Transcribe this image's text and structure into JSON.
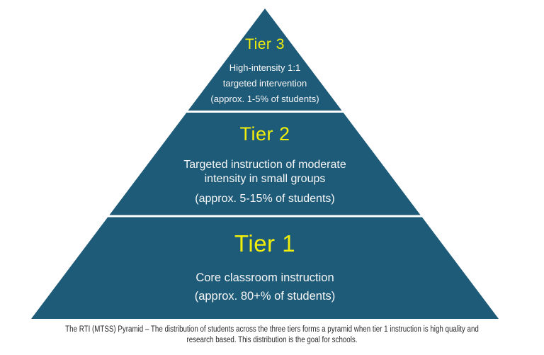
{
  "colors": {
    "pyramid_fill": "#1e5b78",
    "tier_label": "#f1ee0b",
    "body_text": "#f6f6f6",
    "caption_text": "#2a2a2a",
    "background": "#ffffff"
  },
  "pyramid": {
    "tiers": [
      {
        "id": "tier-3",
        "label": "Tier 3",
        "lines": [
          "High-intensity 1:1",
          "targeted intervention",
          "(approx. 1-5% of students)"
        ]
      },
      {
        "id": "tier-2",
        "label": "Tier 2",
        "lines": [
          "Targeted instruction of moderate",
          "intensity in small groups"
        ],
        "approx": "(approx. 5-15% of students)"
      },
      {
        "id": "tier-1",
        "label": "Tier 1",
        "lines": [
          "Core classroom instruction"
        ],
        "approx": "(approx. 80+% of students)"
      }
    ]
  },
  "caption": {
    "line1": "The RTI (MTSS) Pyramid – The distribution of students across the three tiers forms a pyramid when tier 1 instruction is high quality and",
    "line2": "research based. This distribution is the goal for schools."
  }
}
